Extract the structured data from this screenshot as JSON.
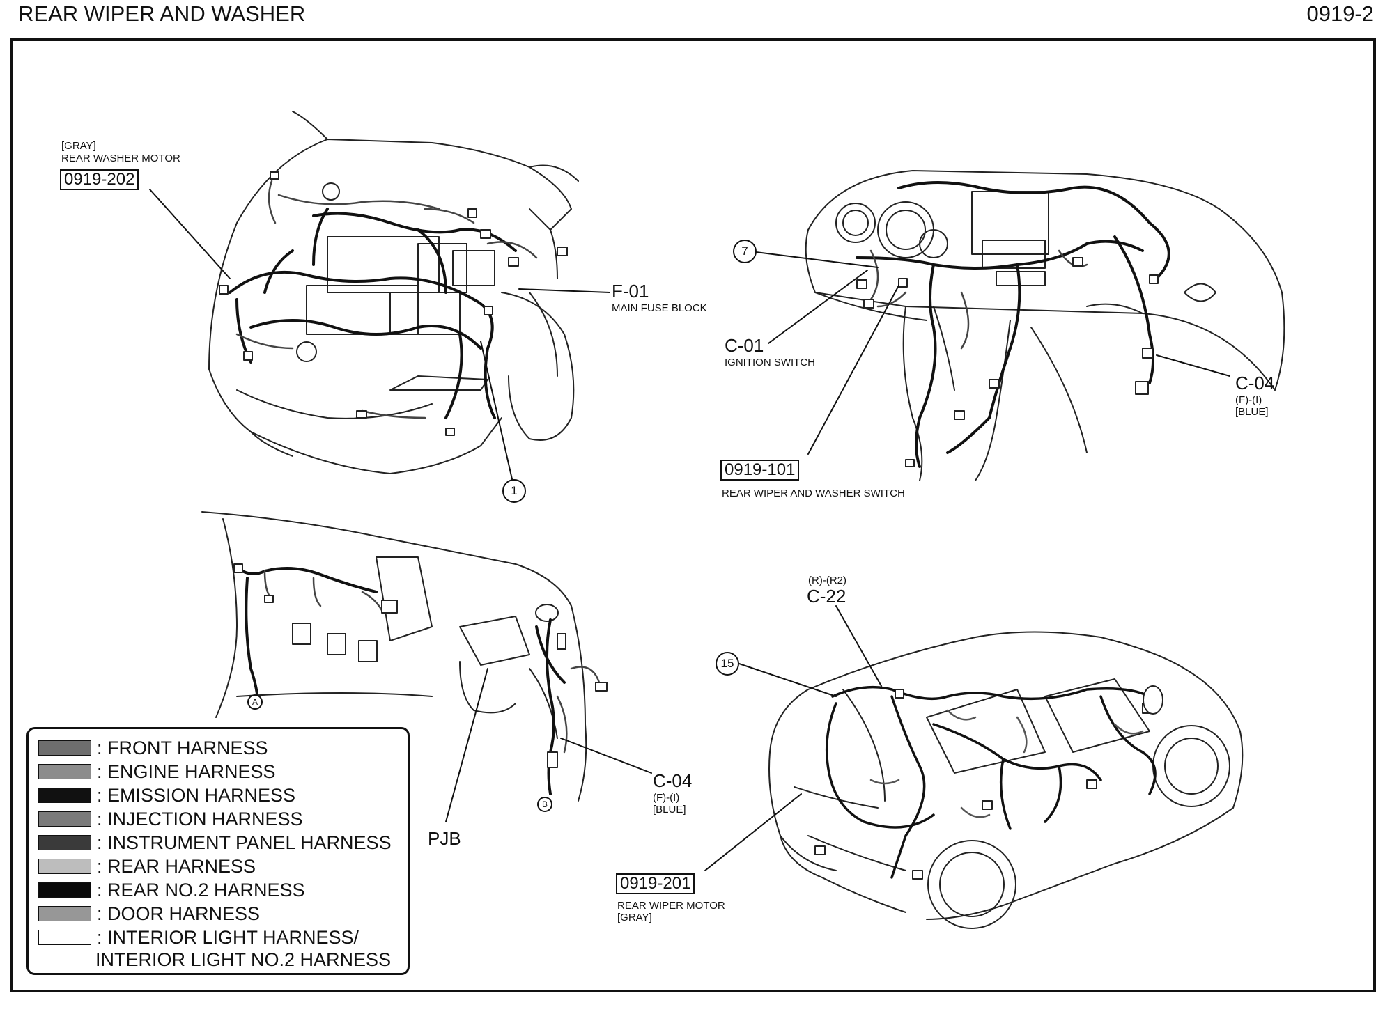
{
  "header": {
    "title": "REAR WIPER AND WASHER",
    "page_number": "0919-2"
  },
  "callouts": {
    "washer_motor_color": "[GRAY]",
    "washer_motor_name": "REAR WASHER MOTOR",
    "washer_motor_ref": "0919-202",
    "f01_code": "F-01",
    "f01_name": "MAIN FUSE BLOCK",
    "c01_code": "C-01",
    "c01_name": "IGNITION SWITCH",
    "c04_top_code": "C-04",
    "c04_top_pos": "(F)-(I)",
    "c04_top_color": "[BLUE]",
    "switch_ref": "0919-101",
    "switch_name": "REAR WIPER AND WASHER SWITCH",
    "c04_low_code": "C-04",
    "c04_low_pos": "(F)-(I)",
    "c04_low_color": "[BLUE]",
    "pjb": "PJB",
    "c22_pos": "(R)-(R2)",
    "c22_code": "C-22",
    "wiper_motor_ref": "0919-201",
    "wiper_motor_name": "REAR WIPER MOTOR",
    "wiper_motor_color": "[GRAY]",
    "circle_1": "1",
    "circle_7": "7",
    "circle_15": "15",
    "mark_a": "A",
    "mark_b": "B"
  },
  "legend": {
    "items": [
      {
        "label": ": FRONT HARNESS",
        "color": "#6e6e6e"
      },
      {
        "label": ": ENGINE HARNESS",
        "color": "#8c8c8c"
      },
      {
        "label": ": EMISSION HARNESS",
        "color": "#111111"
      },
      {
        "label": ": INJECTION HARNESS",
        "color": "#7a7a7a"
      },
      {
        "label": ": INSTRUMENT PANEL HARNESS",
        "color": "#3a3a3a"
      },
      {
        "label": ": REAR HARNESS",
        "color": "#bdbdbd"
      },
      {
        "label": ": REAR NO.2 HARNESS",
        "color": "#0a0a0a"
      },
      {
        "label": ": DOOR HARNESS",
        "color": "#979797"
      },
      {
        "label": ": INTERIOR LIGHT HARNESS/",
        "color": "#ffffff"
      }
    ],
    "continuation": "INTERIOR LIGHT NO.2 HARNESS"
  }
}
